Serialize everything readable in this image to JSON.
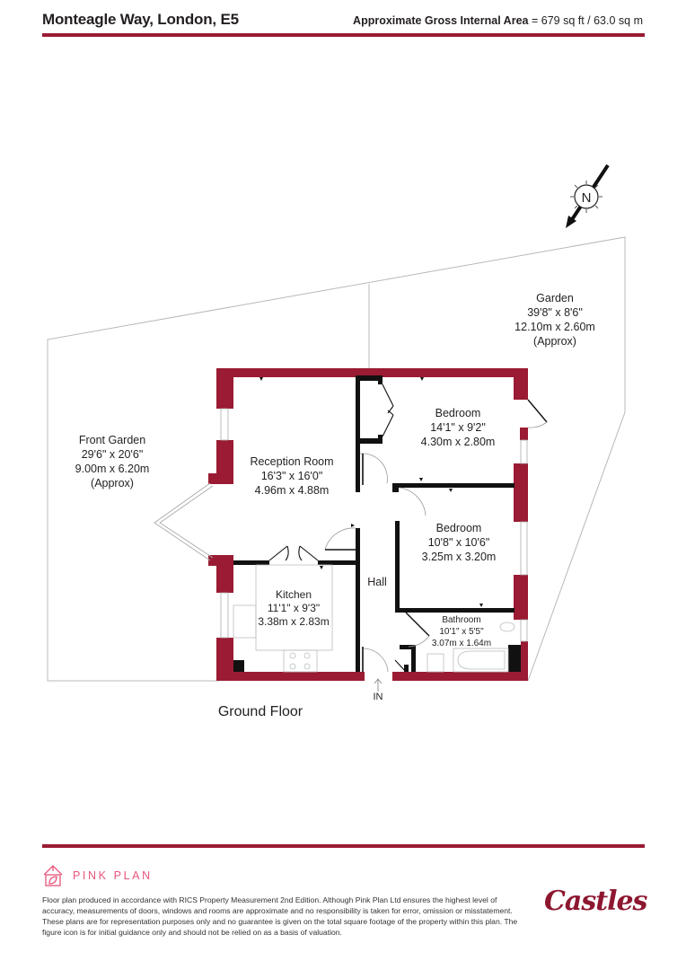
{
  "header": {
    "title": "Monteagle Way, London, E5",
    "area_label": "Approximate Gross Internal Area",
    "area_value": "= 679 sq ft / 63.0 sq m"
  },
  "compass": {
    "label": "N"
  },
  "colors": {
    "wall": "#9a1b33",
    "brand_pink": "#e8557a",
    "castles": "#8d1730",
    "rule": "#9a1b33"
  },
  "rooms": {
    "garden": {
      "name": "Garden",
      "imperial": "39'8\" x 8'6\"",
      "metric": "12.10m x 2.60m",
      "note": "(Approx)"
    },
    "front_garden": {
      "name": "Front Garden",
      "imperial": "29'6\" x 20'6\"",
      "metric": "9.00m x 6.20m",
      "note": "(Approx)"
    },
    "reception": {
      "name": "Reception Room",
      "imperial": "16'3\" x 16'0\"",
      "metric": "4.96m x 4.88m"
    },
    "bedroom1": {
      "name": "Bedroom",
      "imperial": "14'1\" x 9'2\"",
      "metric": "4.30m x 2.80m"
    },
    "bedroom2": {
      "name": "Bedroom",
      "imperial": "10'8\" x 10'6\"",
      "metric": "3.25m x 3.20m"
    },
    "kitchen": {
      "name": "Kitchen",
      "imperial": "11'1\" x 9'3\"",
      "metric": "3.38m x 2.83m"
    },
    "hall": {
      "name": "Hall"
    },
    "bathroom": {
      "name": "Bathroom",
      "imperial": "10'1\" x 5'5\"",
      "metric": "3.07m x 1.64m"
    }
  },
  "entrance_label": "IN",
  "floor_label": "Ground Floor",
  "footer": {
    "brand": "PINK PLAN",
    "disclaimer": "Floor plan produced in accordance with RICS Property Measurement 2nd Edition. Although Pink Plan Ltd ensures the highest level of accuracy, measurements of doors, windows and rooms are approximate and no responsibility is taken for error, omission or misstatement. These plans are for representation purposes only and no guarantee is given on the total square footage of the property within this plan. The figure icon is for initial guidance only and should not be relied on as a basis of valuation.",
    "agent_logo": "Castles"
  }
}
